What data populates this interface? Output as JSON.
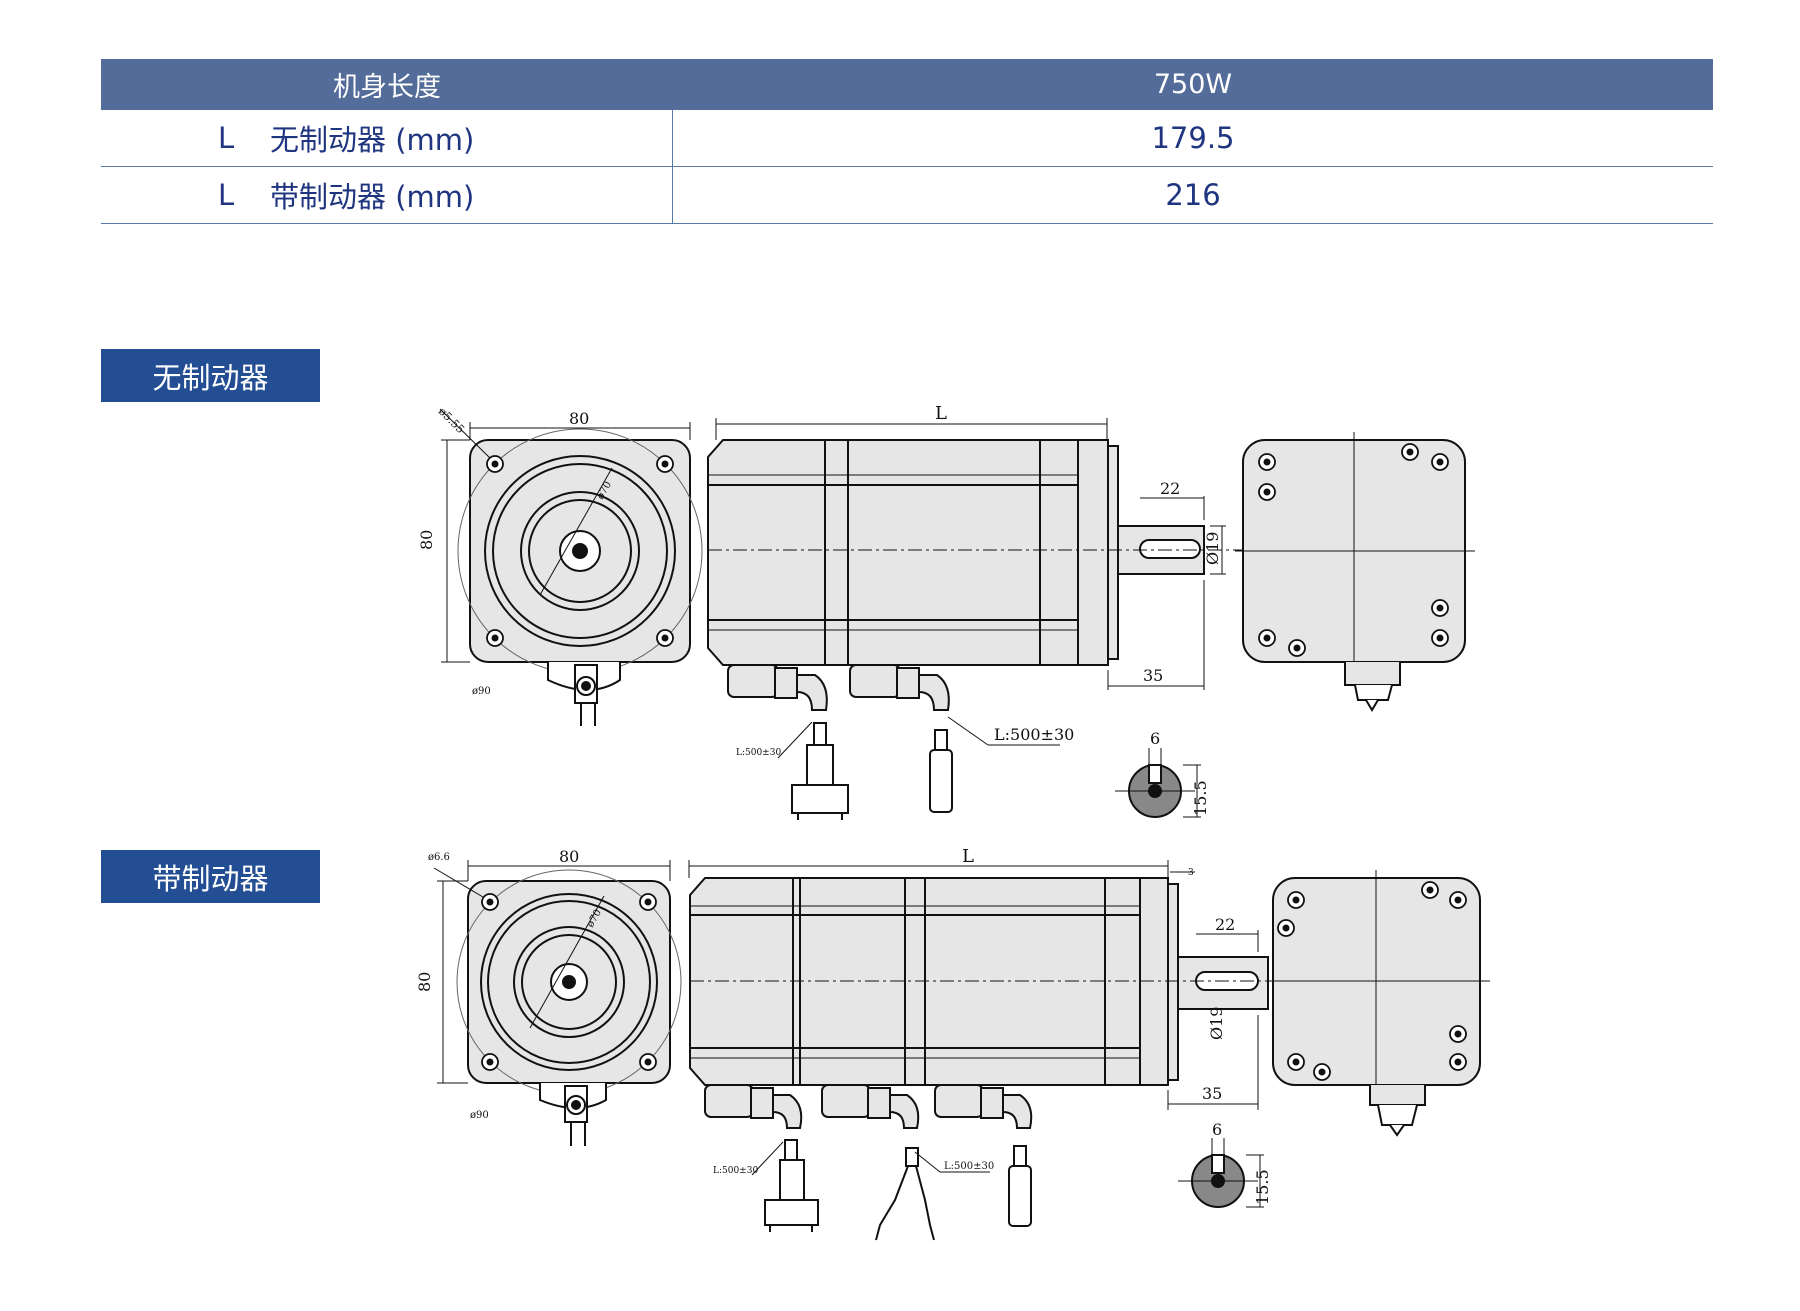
{
  "table": {
    "header": {
      "col1": "机身长度",
      "col2": "750W"
    },
    "rows": [
      {
        "prefix": "L",
        "label": "无制动器 (mm)",
        "value": "179.5"
      },
      {
        "prefix": "L",
        "label": "带制动器 (mm)",
        "value": "216"
      }
    ]
  },
  "sections": {
    "no_brake": {
      "title": "无制动器"
    },
    "brake": {
      "title": "带制动器"
    }
  },
  "dims": {
    "no_brake": {
      "hole": "ø5.55",
      "width_top": "80",
      "height_side": "80",
      "pcd": "ø70",
      "outer": "ø90",
      "length": "L",
      "shaft_len": "22",
      "shaft_dia": "Ø19",
      "flange_off": "35",
      "cable_small": "L:500±30",
      "cable_large": "L:500±30",
      "key_w": "6",
      "key_h": "15.5"
    },
    "brake": {
      "hole": "ø6.6",
      "width_top": "80",
      "height_side": "80",
      "pcd": "ø70",
      "outer": "ø90",
      "length": "L",
      "flange_t": "3",
      "shaft_len": "22",
      "shaft_dia": "Ø19",
      "flange_off": "35",
      "cable_small": "L:500±30",
      "cable_mid": "L:500±30",
      "key_w": "6",
      "key_h": "15.5"
    }
  },
  "colors": {
    "header_bg": "#546c99",
    "section_bg": "#234e93",
    "text": "#1f3580",
    "body_fill": "#e6e6e6"
  }
}
